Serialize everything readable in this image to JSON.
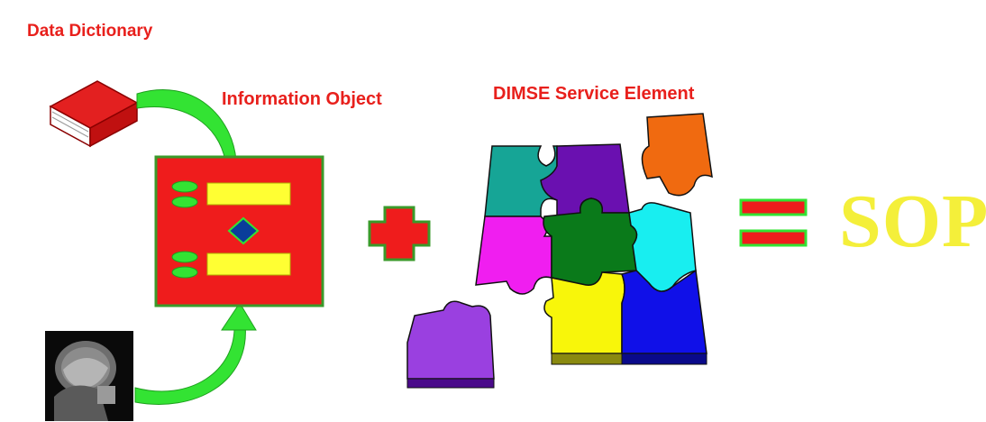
{
  "labels": {
    "data_dictionary": "Data Dictionary",
    "information_object": "Information Object",
    "dimse_service_element": "DIMSE Service Element",
    "result": "SOP"
  },
  "colors": {
    "label_red": "#e8201c",
    "sop_yellow": "#f4ef3a",
    "arrow_green": "#33e333",
    "object_red": "#ef1c1c",
    "object_border": "#3a9a2a",
    "field_yellow": "#ffff33",
    "diamond_blue": "#0a3d9a",
    "piece_teal": "#16a596",
    "piece_purple": "#6a10b0",
    "piece_orange": "#f06a10",
    "piece_magenta": "#f01ef0",
    "piece_green": "#0a7a1a",
    "piece_cyan": "#18eef0",
    "piece_yellow": "#f8f60a",
    "piece_blue": "#1010e8",
    "piece_violet": "#9a40e0"
  },
  "icons": [
    "book-icon",
    "mri-scan-icon",
    "plus-icon",
    "equals-icon",
    "puzzle-icon",
    "curved-arrow-icon"
  ]
}
